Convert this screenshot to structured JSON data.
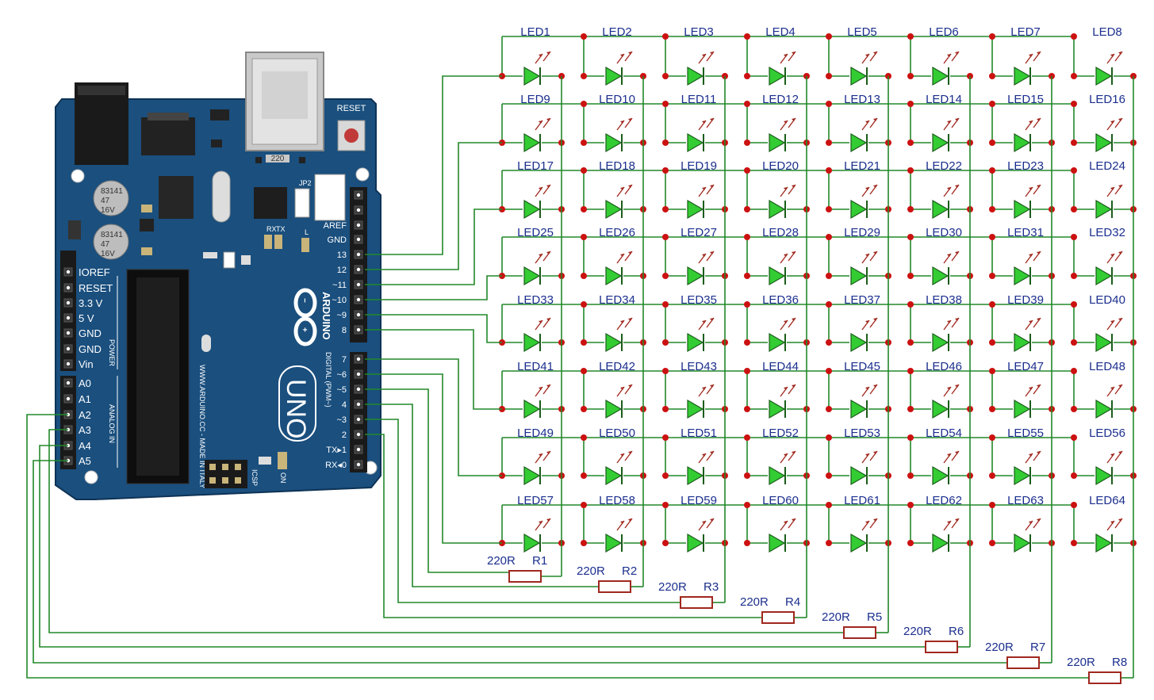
{
  "board": {
    "name": "Arduino UNO board",
    "reset_label": "RESET",
    "logo_word": "ARDUINO",
    "model": "UNO",
    "site_text": "WWW.ARDUINO.CC - MADE IN ITALY",
    "capacitor_text": [
      "83141",
      "47",
      "16V"
    ],
    "power_title": "POWER",
    "analog_title": "ANALOG IN",
    "digital_title": "DIGITAL (PWM~)",
    "icsp_label": "ICSP",
    "on_label": "ON",
    "l_label": "L",
    "tx_label": "TX",
    "rx_label": "RX",
    "jp2_label": "JP2",
    "resistor_chip": "220",
    "power_pins": [
      "IOREF",
      "RESET",
      "3.3 V",
      "5 V",
      "GND",
      "GND",
      "Vin"
    ],
    "analog_pins": [
      "A0",
      "A1",
      "A2",
      "A3",
      "A4",
      "A5"
    ],
    "digital_top": [
      "AREF",
      "GND",
      "13",
      "12",
      "~11",
      "~10",
      "~9",
      "8"
    ],
    "digital_bottom": [
      "7",
      "~6",
      "~5",
      "4",
      "~3",
      "2",
      "TX▸1",
      "RX◂0"
    ]
  },
  "leds": [
    "LED1",
    "LED2",
    "LED3",
    "LED4",
    "LED5",
    "LED6",
    "LED7",
    "LED8",
    "LED9",
    "LED10",
    "LED11",
    "LED12",
    "LED13",
    "LED14",
    "LED15",
    "LED16",
    "LED17",
    "LED18",
    "LED19",
    "LED20",
    "LED21",
    "LED22",
    "LED23",
    "LED24",
    "LED25",
    "LED26",
    "LED27",
    "LED28",
    "LED29",
    "LED30",
    "LED31",
    "LED32",
    "LED33",
    "LED34",
    "LED35",
    "LED36",
    "LED37",
    "LED38",
    "LED39",
    "LED40",
    "LED41",
    "LED42",
    "LED43",
    "LED44",
    "LED45",
    "LED46",
    "LED47",
    "LED48",
    "LED49",
    "LED50",
    "LED51",
    "LED52",
    "LED53",
    "LED54",
    "LED55",
    "LED56",
    "LED57",
    "LED58",
    "LED59",
    "LED60",
    "LED61",
    "LED62",
    "LED63",
    "LED64"
  ],
  "resistors": [
    {
      "value": "220R",
      "name": "R1"
    },
    {
      "value": "220R",
      "name": "R2"
    },
    {
      "value": "220R",
      "name": "R3"
    },
    {
      "value": "220R",
      "name": "R4"
    },
    {
      "value": "220R",
      "name": "R5"
    },
    {
      "value": "220R",
      "name": "R6"
    },
    {
      "value": "220R",
      "name": "R7"
    },
    {
      "value": "220R",
      "name": "R8"
    }
  ],
  "colors": {
    "wire": "#22882a",
    "node": "#cc1111",
    "led_fill": "#33cc33",
    "board": "#1a4f7e",
    "label": "#1b2f8e",
    "resistor": "#a0281e"
  }
}
